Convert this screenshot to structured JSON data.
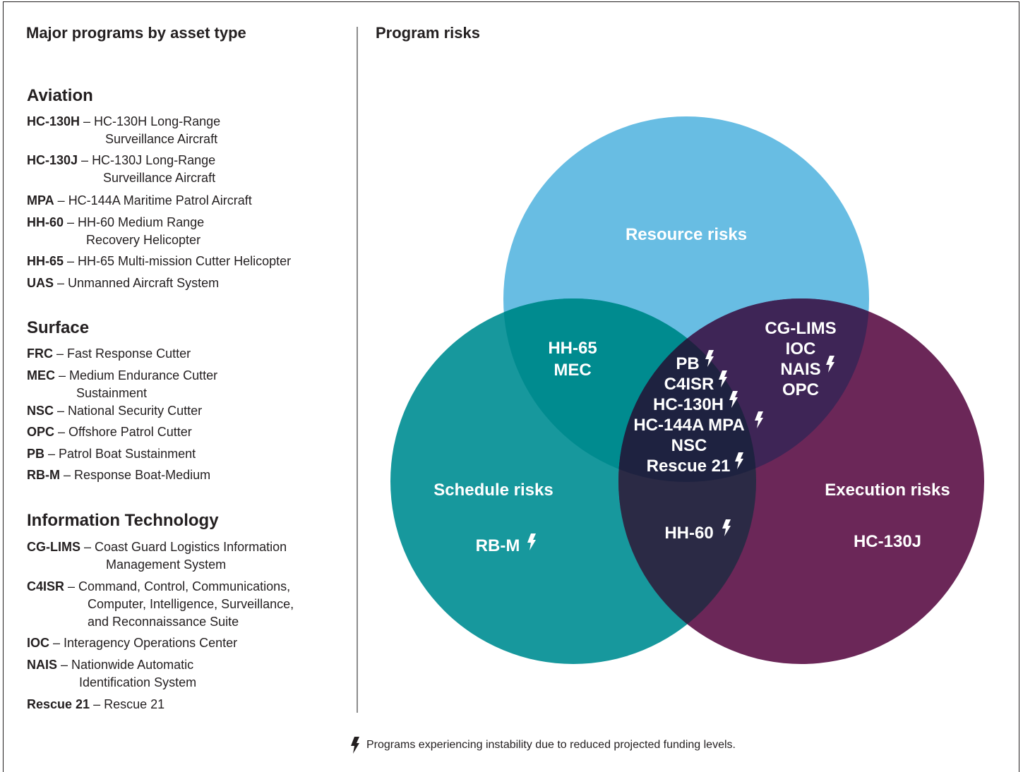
{
  "left_title": "Major programs by asset type",
  "right_title": "Program risks",
  "sections": [
    {
      "title": "Aviation",
      "items": [
        {
          "abbr": "HC-130H",
          "lines": [
            "HC-130H Long-Range",
            "Surveillance Aircraft"
          ]
        },
        {
          "abbr": "HC-130J",
          "lines": [
            "HC-130J Long-Range",
            "Surveillance Aircraft"
          ]
        },
        {
          "abbr": "MPA",
          "lines": [
            "HC-144A Maritime Patrol Aircraft"
          ]
        },
        {
          "abbr": "HH-60",
          "lines": [
            "HH-60 Medium Range",
            "Recovery Helicopter"
          ]
        },
        {
          "abbr": "HH-65",
          "lines": [
            "HH-65 Multi-mission Cutter Helicopter"
          ]
        },
        {
          "abbr": "UAS",
          "lines": [
            "Unmanned Aircraft System"
          ]
        }
      ]
    },
    {
      "title": "Surface",
      "items": [
        {
          "abbr": "FRC",
          "lines": [
            "Fast Response Cutter"
          ]
        },
        {
          "abbr": "MEC",
          "lines": [
            "Medium Endurance Cutter",
            "Sustainment"
          ]
        },
        {
          "abbr": "NSC",
          "lines": [
            "National Security Cutter"
          ]
        },
        {
          "abbr": "OPC",
          "lines": [
            "Offshore Patrol Cutter"
          ]
        },
        {
          "abbr": "PB",
          "lines": [
            "Patrol Boat Sustainment"
          ]
        },
        {
          "abbr": "RB-M",
          "lines": [
            "Response Boat-Medium"
          ]
        }
      ]
    },
    {
      "title": "Information Technology",
      "items": [
        {
          "abbr": "CG-LIMS",
          "lines": [
            "Coast Guard Logistics Information",
            "Management System"
          ]
        },
        {
          "abbr": "C4ISR",
          "lines": [
            "Command, Control, Communications,",
            "Computer, Intelligence, Surveillance,",
            "and Reconnaissance Suite"
          ]
        },
        {
          "abbr": "IOC",
          "lines": [
            "Interagency Operations Center"
          ]
        },
        {
          "abbr": "NAIS",
          "lines": [
            "Nationwide Automatic",
            "Identification System"
          ]
        },
        {
          "abbr": "Rescue 21",
          "lines": [
            "Rescue 21"
          ]
        }
      ]
    }
  ],
  "venn": {
    "circles": [
      {
        "label": "Resource risks",
        "color": "#68bde3"
      },
      {
        "label": "Schedule risks",
        "color": "#17989d"
      },
      {
        "label": "Execution risks",
        "color": "#6b2758"
      }
    ],
    "overlap_colors": {
      "resource_schedule": "#008b8f",
      "resource_execution": "#3e2556",
      "schedule_execution": "#2b2a45",
      "all_three": "#1e2240"
    },
    "regions": {
      "schedule_only": [
        {
          "text": "RB-M",
          "bolt": true
        }
      ],
      "execution_only": [
        {
          "text": "HC-130J",
          "bolt": false
        }
      ],
      "resource_schedule": [
        {
          "text": "HH-65",
          "bolt": false
        },
        {
          "text": "MEC",
          "bolt": false
        }
      ],
      "resource_execution": [
        {
          "text": "CG-LIMS",
          "bolt": false
        },
        {
          "text": "IOC",
          "bolt": false
        },
        {
          "text": "NAIS",
          "bolt": true
        },
        {
          "text": "OPC",
          "bolt": false
        }
      ],
      "schedule_execution": [
        {
          "text": "HH-60",
          "bolt": true
        }
      ],
      "all_three": [
        {
          "text": "PB",
          "bolt": true
        },
        {
          "text": "C4ISR",
          "bolt": true
        },
        {
          "text": "HC-130H",
          "bolt": true
        },
        {
          "text": "HC-144A MPA",
          "bolt": true
        },
        {
          "text": "NSC",
          "bolt": false
        },
        {
          "text": "Rescue 21",
          "bolt": true
        }
      ]
    }
  },
  "footnote": {
    "icon": "lightning-bolt-icon",
    "text": "Programs experiencing instability due to reduced projected funding levels."
  }
}
